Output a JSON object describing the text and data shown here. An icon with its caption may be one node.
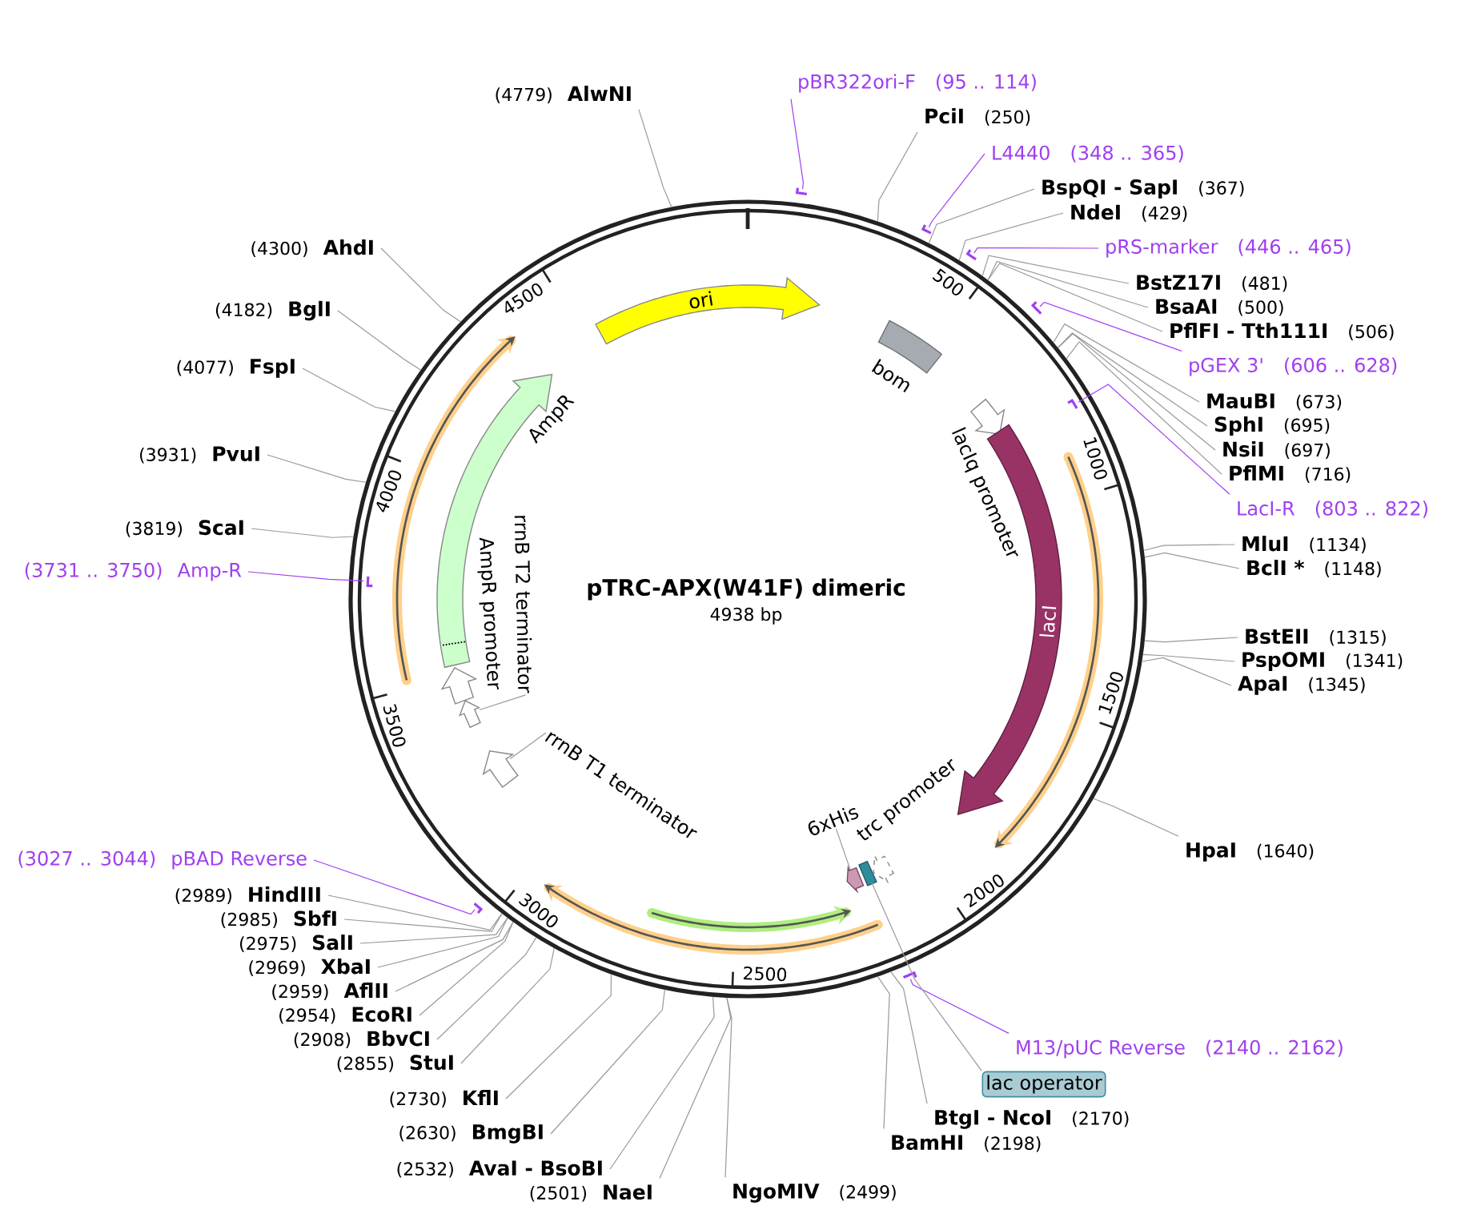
{
  "diagram": {
    "title": "pTRC-APX(W41F) dimeric",
    "nodes": [
      {
        "text": [],
        "shape": "circle"
      },
      {
        "text": [
          "ori"
        ],
        "in": 0
      },
      {
        "text": [
          "bom"
        ],
        "in": 0
      },
      {
        "text": [
          "lacIq promoter"
        ],
        "in": 0
      },
      {
        "text": [
          "lacI"
        ],
        "in": 0
      },
      {
        "text": [
          "trc promoter"
        ],
        "in": 0
      },
      {
        "text": [
          "6xHis"
        ],
        "in": 0
      },
      {
        "text": [],
        "shape": "arrow",
        "in": 0
      },
      {
        "text": [],
        "shape": "box",
        "in": 0
      },
      {
        "text": [
          "rrnB T1 terminator"
        ],
        "in": 0
      },
      {
        "text": [],
        "shape": "arrow",
        "in": 0
      },
      {
        "text": [
          "rrnB T2 terminator"
        ],
        "in": 0
      },
      {
        "text": [],
        "shape": "arrow",
        "in": 0
      },
      {
        "text": [
          "AmpR promoter"
        ],
        "in": 0
      },
      {
        "text": [
          "AmpR"
        ],
        "in": 0
      },
      {
        "text": [
          "pBR322ori-F",
          "(95 .. 114)"
        ]
      },
      {
        "text": [
          "PciI",
          "(250)"
        ]
      },
      {
        "text": [
          "L4440",
          "(348 .. 365)"
        ]
      },
      {
        "text": [
          "BspQI - SapI",
          "(367)"
        ]
      },
      {
        "text": [
          "NdeI",
          "(429)"
        ]
      },
      {
        "text": [
          "pRS-marker",
          "(446 .. 465)"
        ]
      },
      {
        "text": [
          "BstZ17I",
          "(481)"
        ]
      },
      {
        "text": [
          "BsaAI",
          "(500)"
        ]
      },
      {
        "text": [
          "PflFI - Tth111I",
          "(506)"
        ]
      },
      {
        "text": [
          "pGEX 3'",
          "(606 .. 628)"
        ]
      },
      {
        "text": [
          "MauBI",
          "(673)"
        ]
      },
      {
        "text": [
          "SphI",
          "(695)"
        ]
      },
      {
        "text": [
          "NsiI",
          "(697)"
        ]
      },
      {
        "text": [
          "PflMI",
          "(716)"
        ]
      },
      {
        "text": [
          "LacI-R",
          "(803 .. 822)"
        ]
      },
      {
        "text": [
          "MluI",
          "(1134)"
        ]
      },
      {
        "text": [
          "BclI *",
          "(1148)"
        ]
      },
      {
        "text": [
          "BstEII",
          "(1315)"
        ]
      },
      {
        "text": [
          "PspOMI",
          "(1341)"
        ]
      },
      {
        "text": [
          "ApaI",
          "(1345)"
        ]
      },
      {
        "text": [
          "HpaI",
          "(1640)"
        ]
      },
      {
        "text": [
          "M13/pUC Reverse",
          "(2140 .. 2162)"
        ]
      },
      {
        "text": [
          "lac operator"
        ]
      },
      {
        "text": [
          "BtgI - NcoI",
          "(2170)"
        ]
      },
      {
        "text": [
          "BamHI",
          "(2198)"
        ]
      },
      {
        "text": [
          "NgoMIV",
          "(2499)"
        ]
      },
      {
        "text": [
          "(2501)",
          "NaeI"
        ]
      },
      {
        "text": [
          "(2532)",
          "AvaI - BsoBI"
        ]
      },
      {
        "text": [
          "(2630)",
          "BmgBI"
        ]
      },
      {
        "text": [
          "(2730)",
          "KflI"
        ]
      },
      {
        "text": [
          "(2855)",
          "StuI"
        ]
      },
      {
        "text": [
          "(2908)",
          "BbvCI"
        ]
      },
      {
        "text": [
          "(2954)",
          "EcoRI"
        ]
      },
      {
        "text": [
          "(2959)",
          "AflII"
        ]
      },
      {
        "text": [
          "(2969)",
          "XbaI"
        ]
      },
      {
        "text": [
          "(2975)",
          "SalI"
        ]
      },
      {
        "text": [
          "(2985)",
          "SbfI"
        ]
      },
      {
        "text": [
          "(2989)",
          "HindIII"
        ]
      },
      {
        "text": [
          "(3027 .. 3044)",
          "pBAD Reverse"
        ]
      },
      {
        "text": [
          "(3731 .. 3750)",
          "Amp-R"
        ]
      },
      {
        "text": [
          "(3819)",
          "ScaI"
        ]
      },
      {
        "text": [
          "(3931)",
          "PvuI"
        ]
      },
      {
        "text": [
          "(4077)",
          "FspI"
        ]
      },
      {
        "text": [
          "(4182)",
          "BglI"
        ]
      },
      {
        "text": [
          "(4300)",
          "AhdI"
        ]
      },
      {
        "text": [
          "(4779)",
          "AlwNI"
        ]
      },
      {
        "text": [],
        "shape": "bar"
      },
      {
        "text": [],
        "shape": "bar"
      },
      {
        "text": [],
        "shape": "bar"
      },
      {
        "text": [],
        "shape": "bar"
      },
      {
        "text": [],
        "shape": "bar",
        "in": 0
      },
      {
        "text": [],
        "shape": "bar",
        "in": 0
      },
      {
        "text": [],
        "shape": "bar"
      },
      {
        "text": [],
        "shape": "bar"
      }
    ],
    "edges": [
      {
        "from": 6,
        "to": 7,
        "arrow": "none"
      },
      {
        "from": 9,
        "to": 10,
        "arrow": "none"
      },
      {
        "from": 11,
        "to": 12,
        "arrow": "none"
      },
      {
        "from": 15,
        "to": 61,
        "arrow": "none",
        "color": "#a040f0"
      },
      {
        "from": 16,
        "to": 0,
        "arrow": "none"
      },
      {
        "from": 17,
        "to": 62,
        "arrow": "none",
        "color": "#a040f0"
      },
      {
        "from": 18,
        "to": 0,
        "arrow": "none"
      },
      {
        "from": 19,
        "to": 0,
        "arrow": "none"
      },
      {
        "from": 20,
        "to": 63,
        "arrow": "none",
        "color": "#a040f0"
      },
      {
        "from": 21,
        "to": 0,
        "arrow": "none"
      },
      {
        "from": 22,
        "to": 0,
        "arrow": "none"
      },
      {
        "from": 23,
        "to": 0,
        "arrow": "none"
      },
      {
        "from": 24,
        "to": 64,
        "arrow": "none",
        "color": "#a040f0"
      },
      {
        "from": 25,
        "to": 0,
        "arrow": "none"
      },
      {
        "from": 26,
        "to": 0,
        "arrow": "none"
      },
      {
        "from": 27,
        "to": 0,
        "arrow": "none"
      },
      {
        "from": 28,
        "to": 0,
        "arrow": "none"
      },
      {
        "from": 29,
        "to": 65,
        "arrow": "none",
        "color": "#a040f0"
      },
      {
        "from": 30,
        "to": 0,
        "arrow": "none"
      },
      {
        "from": 31,
        "to": 0,
        "arrow": "none"
      },
      {
        "from": 32,
        "to": 0,
        "arrow": "none"
      },
      {
        "from": 33,
        "to": 0,
        "arrow": "none"
      },
      {
        "from": 34,
        "to": 0,
        "arrow": "none"
      },
      {
        "from": 35,
        "to": 0,
        "arrow": "none"
      },
      {
        "from": 36,
        "to": 68,
        "arrow": "none",
        "color": "#a040f0"
      },
      {
        "from": 37,
        "to": 8,
        "arrow": "none"
      },
      {
        "from": 38,
        "to": 0,
        "arrow": "none"
      },
      {
        "from": 39,
        "to": 0,
        "arrow": "none"
      },
      {
        "from": 40,
        "to": 0,
        "arrow": "none"
      },
      {
        "from": 41,
        "to": 0,
        "arrow": "none"
      },
      {
        "from": 42,
        "to": 0,
        "arrow": "none"
      },
      {
        "from": 43,
        "to": 0,
        "arrow": "none"
      },
      {
        "from": 44,
        "to": 0,
        "arrow": "none"
      },
      {
        "from": 45,
        "to": 0,
        "arrow": "none"
      },
      {
        "from": 46,
        "to": 0,
        "arrow": "none"
      },
      {
        "from": 47,
        "to": 0,
        "arrow": "none"
      },
      {
        "from": 48,
        "to": 0,
        "arrow": "none"
      },
      {
        "from": 49,
        "to": 0,
        "arrow": "none"
      },
      {
        "from": 50,
        "to": 0,
        "arrow": "none"
      },
      {
        "from": 51,
        "to": 0,
        "arrow": "none"
      },
      {
        "from": 52,
        "to": 0,
        "arrow": "none"
      },
      {
        "from": 53,
        "to": 67,
        "arrow": "none",
        "color": "#a040f0"
      },
      {
        "from": 54,
        "to": 66,
        "arrow": "none",
        "color": "#a040f0"
      },
      {
        "from": 55,
        "to": 0,
        "arrow": "none"
      },
      {
        "from": 56,
        "to": 0,
        "arrow": "none"
      },
      {
        "from": 57,
        "to": 0,
        "arrow": "none"
      },
      {
        "from": 58,
        "to": 0,
        "arrow": "none"
      },
      {
        "from": 59,
        "to": 0,
        "arrow": "none"
      },
      {
        "from": 60,
        "to": 0,
        "arrow": "none"
      }
    ],
    "labels": [
      "4938 bp",
      "500",
      "1000",
      "1500",
      "2000",
      "2500",
      "3000",
      "3500",
      "4000",
      "4500"
    ]
  }
}
